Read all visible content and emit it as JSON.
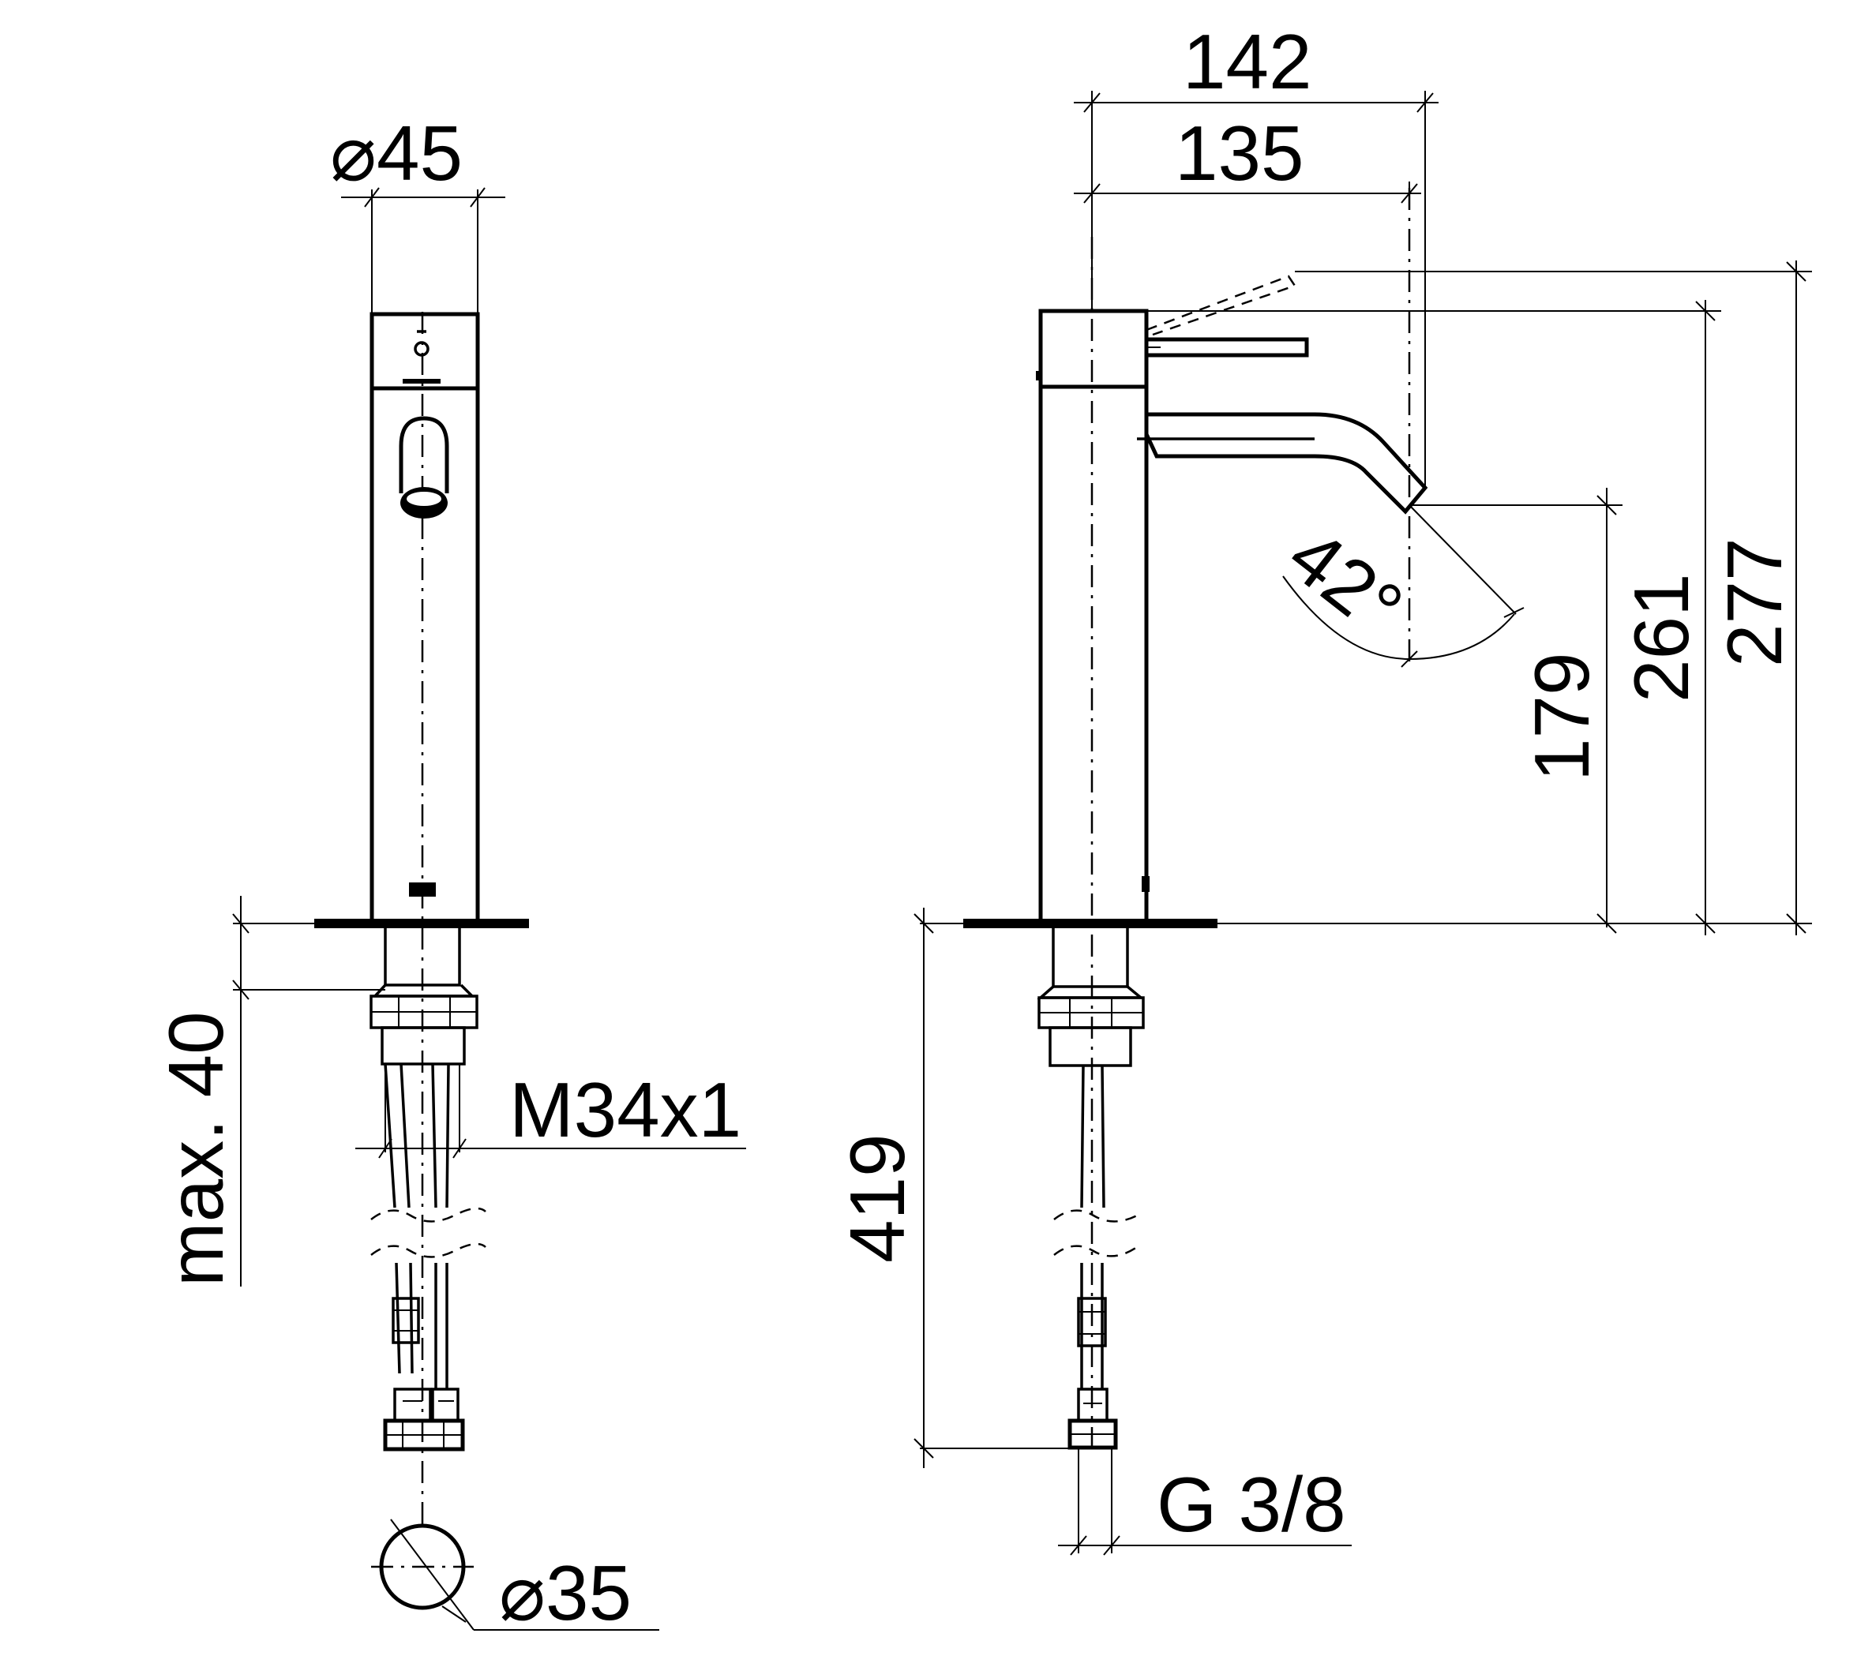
{
  "front_view": {
    "dim_body_diameter": "⌀45",
    "dim_thread": "M34x1",
    "dim_max_thickness": "max. 40",
    "dim_hole_diameter": "⌀35"
  },
  "side_view": {
    "dim_width_outer": "142",
    "dim_width_inner": "135",
    "dim_spout_height": "179",
    "dim_lever_height": "261",
    "dim_total_height": "277",
    "dim_hose_length": "419",
    "dim_spout_angle": "42°",
    "dim_connection": "G 3/8"
  }
}
